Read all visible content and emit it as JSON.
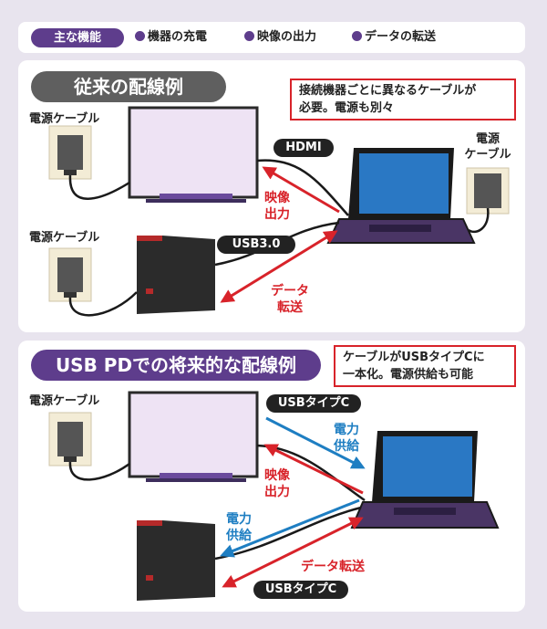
{
  "legend": {
    "title": "主な機能",
    "items": [
      "機器の充電",
      "映像の出力",
      "データの転送"
    ]
  },
  "top": {
    "title": "従来の配線例",
    "note_line1": "接続機器ごとに異なるケーブルが",
    "note_line2": "必要。電源も別々",
    "power_cable_monitor": "電源ケーブル",
    "power_cable_hdd": "電源ケーブル",
    "power_cable_laptop_line1": "電源",
    "power_cable_laptop_line2": "ケーブル",
    "hdmi_tag": "HDMI",
    "usb_tag": "USB3.0",
    "video_out_line1": "映像",
    "video_out_line2": "出力",
    "data_transfer_line1": "データ",
    "data_transfer_line2": "転送"
  },
  "bottom": {
    "title": "USB PDでの将来的な配線例",
    "note_line1": "ケーブルがUSBタイプCに",
    "note_line2": "一本化。電源供給も可能",
    "power_cable_monitor": "電源ケーブル",
    "usbc_tag_top": "USBタイプC",
    "usbc_tag_bottom": "USBタイプC",
    "power_supply_monitor_line1": "電力",
    "power_supply_monitor_line2": "供給",
    "video_out_line1": "映像",
    "video_out_line2": "出力",
    "power_supply_hdd_line1": "電力",
    "power_supply_hdd_line2": "供給",
    "data_transfer": "データ転送"
  },
  "colors": {
    "purple": "#5e3d8c",
    "red": "#d8232a",
    "blue": "#1e7ec2",
    "gray": "#5f5f5f"
  }
}
